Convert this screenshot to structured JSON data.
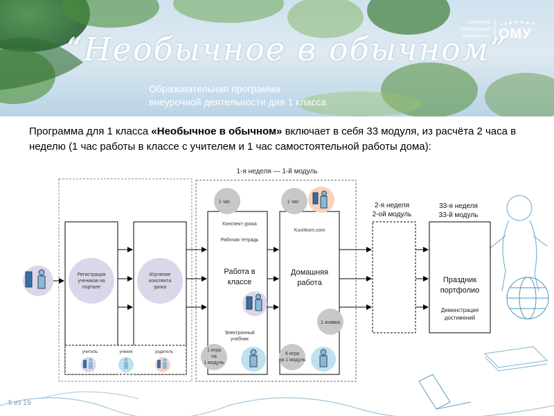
{
  "header": {
    "title": "“Необычное в обычном”",
    "subtitle_line1": "Образовательная программа",
    "subtitle_line2": "внеурочной деятельности для 1 класса",
    "logo_line1": "Открытый",
    "logo_line2": "Молодёжный",
    "logo_line3": "Университет",
    "logo_abbr": "ОМУ"
  },
  "intro": {
    "part1": "Программа для 1 класса ",
    "bold": "«Необычное в обычном»",
    "part2": " включает в себя 33 модуля, из расчёта 2 часа в неделю (1 час работы в классе с учителем и 1 час самостоятельной работы дома):"
  },
  "diagram": {
    "week1_label": "1-я неделя — 1-й модуль",
    "week2_line1": "2-я неделя",
    "week2_line2": "2-ой модуль",
    "week33_line1": "33-я неделя",
    "week33_line2": "33-й модуль",
    "registration": [
      "Регистрация",
      "учеников на",
      "портале"
    ],
    "study": [
      "Изучение",
      "конспекта",
      "урока"
    ],
    "class_hour": "1 час",
    "home_hour": "1 час",
    "lesson_notes": "Конспект урока",
    "workbook": "Рабочая тетрадь",
    "class_work": [
      "Работа в",
      "классе"
    ],
    "website": "Kuvirkom.com",
    "home_work": [
      "Домашняя",
      "работа"
    ],
    "electronic": [
      "Электронный",
      "учебник"
    ],
    "game_class": [
      "1 игра",
      "на",
      "1 модуль"
    ],
    "game_home": [
      "6 игра",
      "на 1 модуль"
    ],
    "challenge": "1 ачавка",
    "final": [
      "Праздник",
      "портфолио"
    ],
    "final_sub": [
      "Демонстрация",
      "достижений"
    ],
    "legend": {
      "teacher": "учитель",
      "student": "ученик",
      "parent": "родитель"
    }
  },
  "footer": {
    "page": "5 из 19"
  },
  "colors": {
    "box_fill": "#ffffff",
    "box_stroke": "#000000",
    "circle_gray": "#c8c8c8",
    "circle_lavender": "#dcd6ea",
    "circle_peach": "#f6d3bd",
    "circle_blue": "#bfe0ee"
  }
}
